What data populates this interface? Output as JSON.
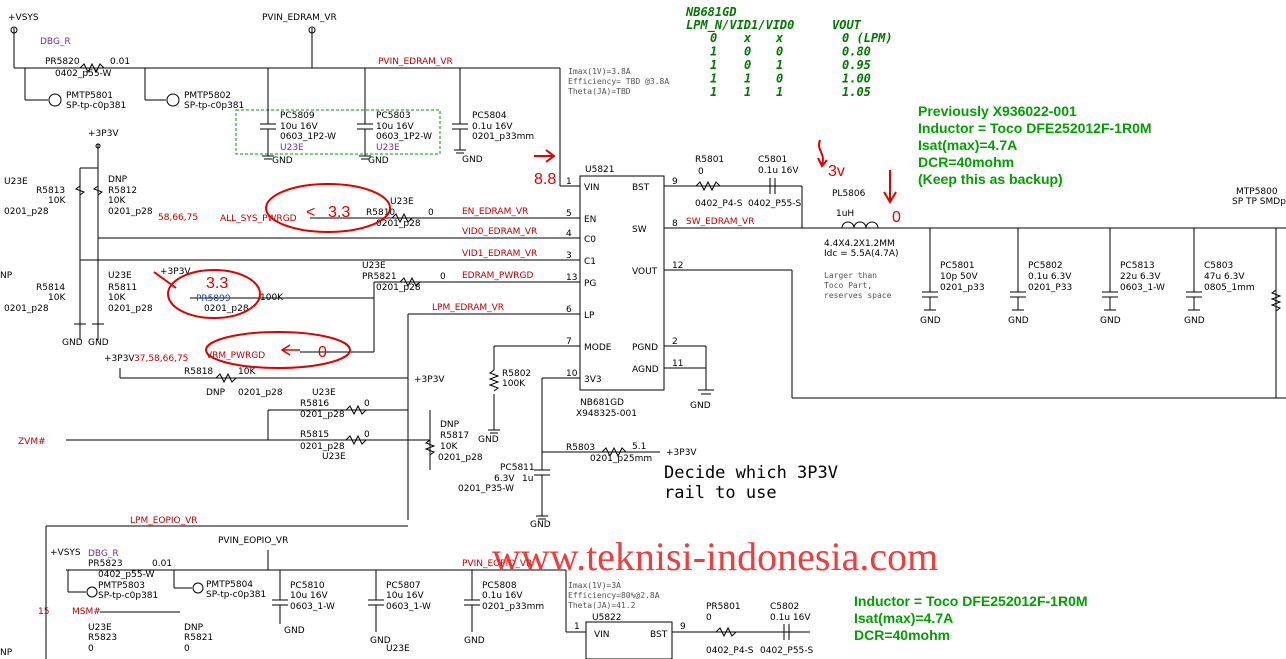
{
  "header": {
    "table_title": "NB681GD",
    "table_head": "LPM_N/VID1/VID0",
    "vout_head": "VOUT"
  },
  "truth_table": [
    {
      "lpm": "0",
      "vid1": "x",
      "vid0": "x",
      "vout": "0 (LPM)"
    },
    {
      "lpm": "1",
      "vid1": "0",
      "vid0": "0",
      "vout": "0.80"
    },
    {
      "lpm": "1",
      "vid1": "0",
      "vid0": "1",
      "vout": "0.95"
    },
    {
      "lpm": "1",
      "vid1": "1",
      "vid0": "0",
      "vout": "1.00"
    },
    {
      "lpm": "1",
      "vid1": "1",
      "vid0": "1",
      "vout": "1.05"
    }
  ],
  "notes": {
    "top": [
      "Previously X936022-001",
      "Inductor = Toco DFE252012F-1R0M",
      "Isat(max)=4.7A",
      "DCR=40mohm",
      "(Keep this as backup)"
    ],
    "bottom": [
      "Inductor = Toco DFE252012F-1R0M",
      "Isat(max)=4.7A",
      "DCR=40mohm"
    ],
    "decide": [
      "Decide which 3P3V",
      "rail to use"
    ],
    "inductor_info": [
      "4.4X4.2X1.2MM",
      "Idc = 5.5A(4.7A)"
    ],
    "larger": [
      "Larger than",
      "Toco Part,",
      "reserves space"
    ],
    "imax_top": [
      "Imax(1V)=3.8A",
      "Efficiency= TBD @3.8A",
      "Theta(JA)=TBD"
    ],
    "imax_bot": [
      "Imax(1V)=3A",
      "Efficiency=80%@2.8A",
      "Theta(JA)=41.2"
    ]
  },
  "watermark": "www.teknisi-indonesia.com",
  "handwriting": {
    "v_sw": "3v",
    "en": "3.3",
    "pg": "3.3",
    "vrm": "0",
    "l": "0",
    "vin": "8.8"
  },
  "ic": {
    "ref": "U5821",
    "part": "NB681GD",
    "code": "X948325-001",
    "left_pins": [
      {
        "num": "1",
        "name": "VIN"
      },
      {
        "num": "5",
        "name": "EN"
      },
      {
        "num": "4",
        "name": "C0"
      },
      {
        "num": "3",
        "name": "C1"
      },
      {
        "num": "13",
        "name": "PG"
      },
      {
        "num": "6",
        "name": "LP"
      },
      {
        "num": "7",
        "name": "MODE"
      },
      {
        "num": "10",
        "name": "3V3"
      }
    ],
    "right_pins": [
      {
        "num": "9",
        "name": "BST"
      },
      {
        "num": "8",
        "name": "SW"
      },
      {
        "num": "12",
        "name": "VOUT"
      },
      {
        "num": "2",
        "name": "PGND"
      },
      {
        "num": "11",
        "name": "AGND"
      }
    ]
  },
  "ic2": {
    "ref": "U5822",
    "left": "VIN",
    "right": "BST",
    "lnum": "1",
    "rnum": "9"
  },
  "nets": {
    "vsys": "+VSYS",
    "dbg": "DBG_R",
    "pvin_edram": "PVIN_EDRAM_VR",
    "pvin_edram2": "PVIN_EDRAM_VR",
    "en": "EN_EDRAM_VR",
    "vid0": "VID0_EDRAM_VR",
    "vid1": "VID1_EDRAM_VR",
    "pwrgd": "EDRAM_PWRGD",
    "lpm": "LPM_EDRAM_VR",
    "sw": "SW_EDRAM_VR",
    "all_sys": "ALL_SYS_PWRGD",
    "vrm": "VRM_PWRGD",
    "zvm": "ZVM#",
    "lpm_eopio": "LPM_EOPIO_VR",
    "pvin_eopio": "PVIN_EOPIO_VR",
    "pvin_eopio2": "PVIN_EOPIO_VR",
    "msm": "MSM#",
    "p3v": "+3P3V",
    "gnd": "GND"
  },
  "labels": {
    "pr5820": "PR5820",
    "pr5820v": "0.01",
    "pr5820p": "0402_p55-W",
    "pmtp5801": "PMTP5801",
    "pmtp5801p": "SP-tp-c0p381",
    "pmtp5802": "PMTP5802",
    "pmtp5802p": "SP-tp-c0p381",
    "pc5809": "PC5809",
    "pc5809v": "10u 16V",
    "pc5809p": "0603_1P2-W",
    "u23e": "U23E",
    "pc5803": "PC5803",
    "pc5803v": "10u 16V",
    "pc5803p": "0603_1P2-W",
    "pc5804": "PC5804",
    "pc5804v": "0.1u 16V",
    "pc5804p": "0201_p33mm",
    "r5813": "R5813",
    "r5813v": "10K",
    "p28": "0201_p28",
    "dnp": "DNP",
    "r5812": "R5812",
    "r5812v": "10K",
    "r5814": "R5814",
    "r5814v": "10K",
    "r5811": "R5811",
    "r5811v": "10K",
    "r5810": "R5810",
    "r5810v": "0",
    "pr5821": "PR5821",
    "pr5821v": "0",
    "pr5899": "PR5899",
    "pr5899v": "100K",
    "r5818": "R5818",
    "r5818v": "10K",
    "r5816": "R5816",
    "r5816v": "0",
    "r5815": "R5815",
    "r5815v": "0",
    "r5817": "R5817",
    "r5817v": "10K",
    "r5802": "R5802",
    "r5802v": "100K",
    "r5803": "R5803",
    "r5803v": "5.1",
    "r5803p": "0201_p25mm",
    "pc5811": "PC5811",
    "pc5811v": "1u",
    "pc5811v2": "6.3V",
    "pc5811p": "0201_P35-W",
    "r5801": "R5801",
    "r5801v": "0",
    "r5801p": "0402_P4-S",
    "c5801": "C5801",
    "c5801v": "0.1u 16V",
    "c5801p": "0402_P55-S",
    "pl5806": "PL5806",
    "pl5806v": "1uH",
    "pc5801": "PC5801",
    "pc5801v": "10p 50V",
    "pc5801p": "0201_p33",
    "pc5802": "PC5802",
    "pc5802v": "0.1u 6.3V",
    "pc5802p": "0201_P33",
    "pc5813": "PC5813",
    "pc5813v": "22u 6.3V",
    "pc5813p": "0603_1-W",
    "c5803": "C5803",
    "c5803v": "47u 6.3V",
    "c5803p": "0805_1mm",
    "mtp5800": "MTP5800",
    "mtp5800p": "SP TP SMDp",
    "refs1": "58,66,75",
    "refs2": "37,58,66,75",
    "pr5823": "PR5823",
    "pr5823v": "0.01",
    "pr5823p": "0402_p55-W",
    "pmtp5803": "PMTP5803",
    "pmtp5803p": "SP-tp-c0p381",
    "pmtp5804": "PMTP5804",
    "pmtp5804p": "SP-tp-c0p381",
    "pc5810": "PC5810",
    "pc5810v": "10u 16V",
    "pc5810p": "0603_1-W",
    "pc5807": "PC5807",
    "pc5807v": "10u 16V",
    "pc5807p": "0603_1-W",
    "pc5808": "PC5808",
    "pc5808v": "0.1u 16V",
    "pc5808p": "0201_p33mm",
    "pr5801": "PR5801",
    "pr5801v": "0",
    "pr5801p": "0402_P4-S",
    "c5802": "C5802",
    "c5802v": "0.1u 16V",
    "c5802p": "0402_P55-S",
    "r5823": "R5823",
    "r5823v": "0",
    "r5821": "R5821",
    "r5821v": "0",
    "n15": "15",
    "np": "NP",
    "np2": "NP"
  }
}
